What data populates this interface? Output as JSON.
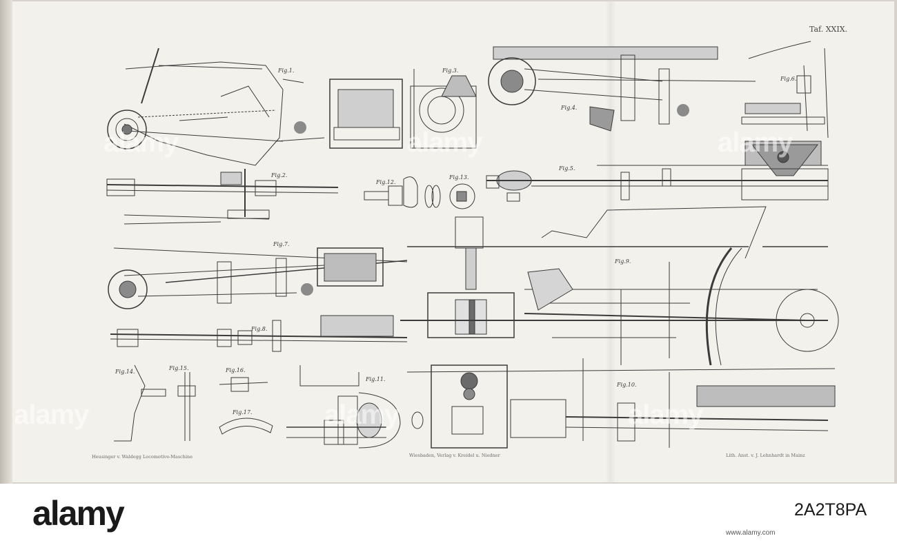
{
  "plate_number": "Taf. XXIX.",
  "figures": {
    "fig1": "Fig.1.",
    "fig2": "Fig.2.",
    "fig3": "Fig.3.",
    "fig4": "Fig.4.",
    "fig5": "Fig.5.",
    "fig6": "Fig.6.",
    "fig7": "Fig.7.",
    "fig8": "Fig.8.",
    "fig9": "Fig.9.",
    "fig10": "Fig.10.",
    "fig11": "Fig.11.",
    "fig12": "Fig.12.",
    "fig13": "Fig.13.",
    "fig14": "Fig.14.",
    "fig15": "Fig.15.",
    "fig16": "Fig.16.",
    "fig17": "Fig.17."
  },
  "imprints": {
    "left": "Heusinger v. Waldegg Locomotive-Maschine",
    "center": "Wiesbaden, Verlag v. Kreidel u. Niedner",
    "right": "Lith. Anst. v. J. Lehnhardt in Mainz"
  },
  "watermark": "alamy",
  "footer": {
    "logo": "alamy",
    "image_id": "2A2T8PA",
    "url": "www.alamy.com"
  },
  "colors": {
    "paper": "#f3f1ec",
    "ink": "#3a3a3a",
    "background": "#ffffff"
  }
}
